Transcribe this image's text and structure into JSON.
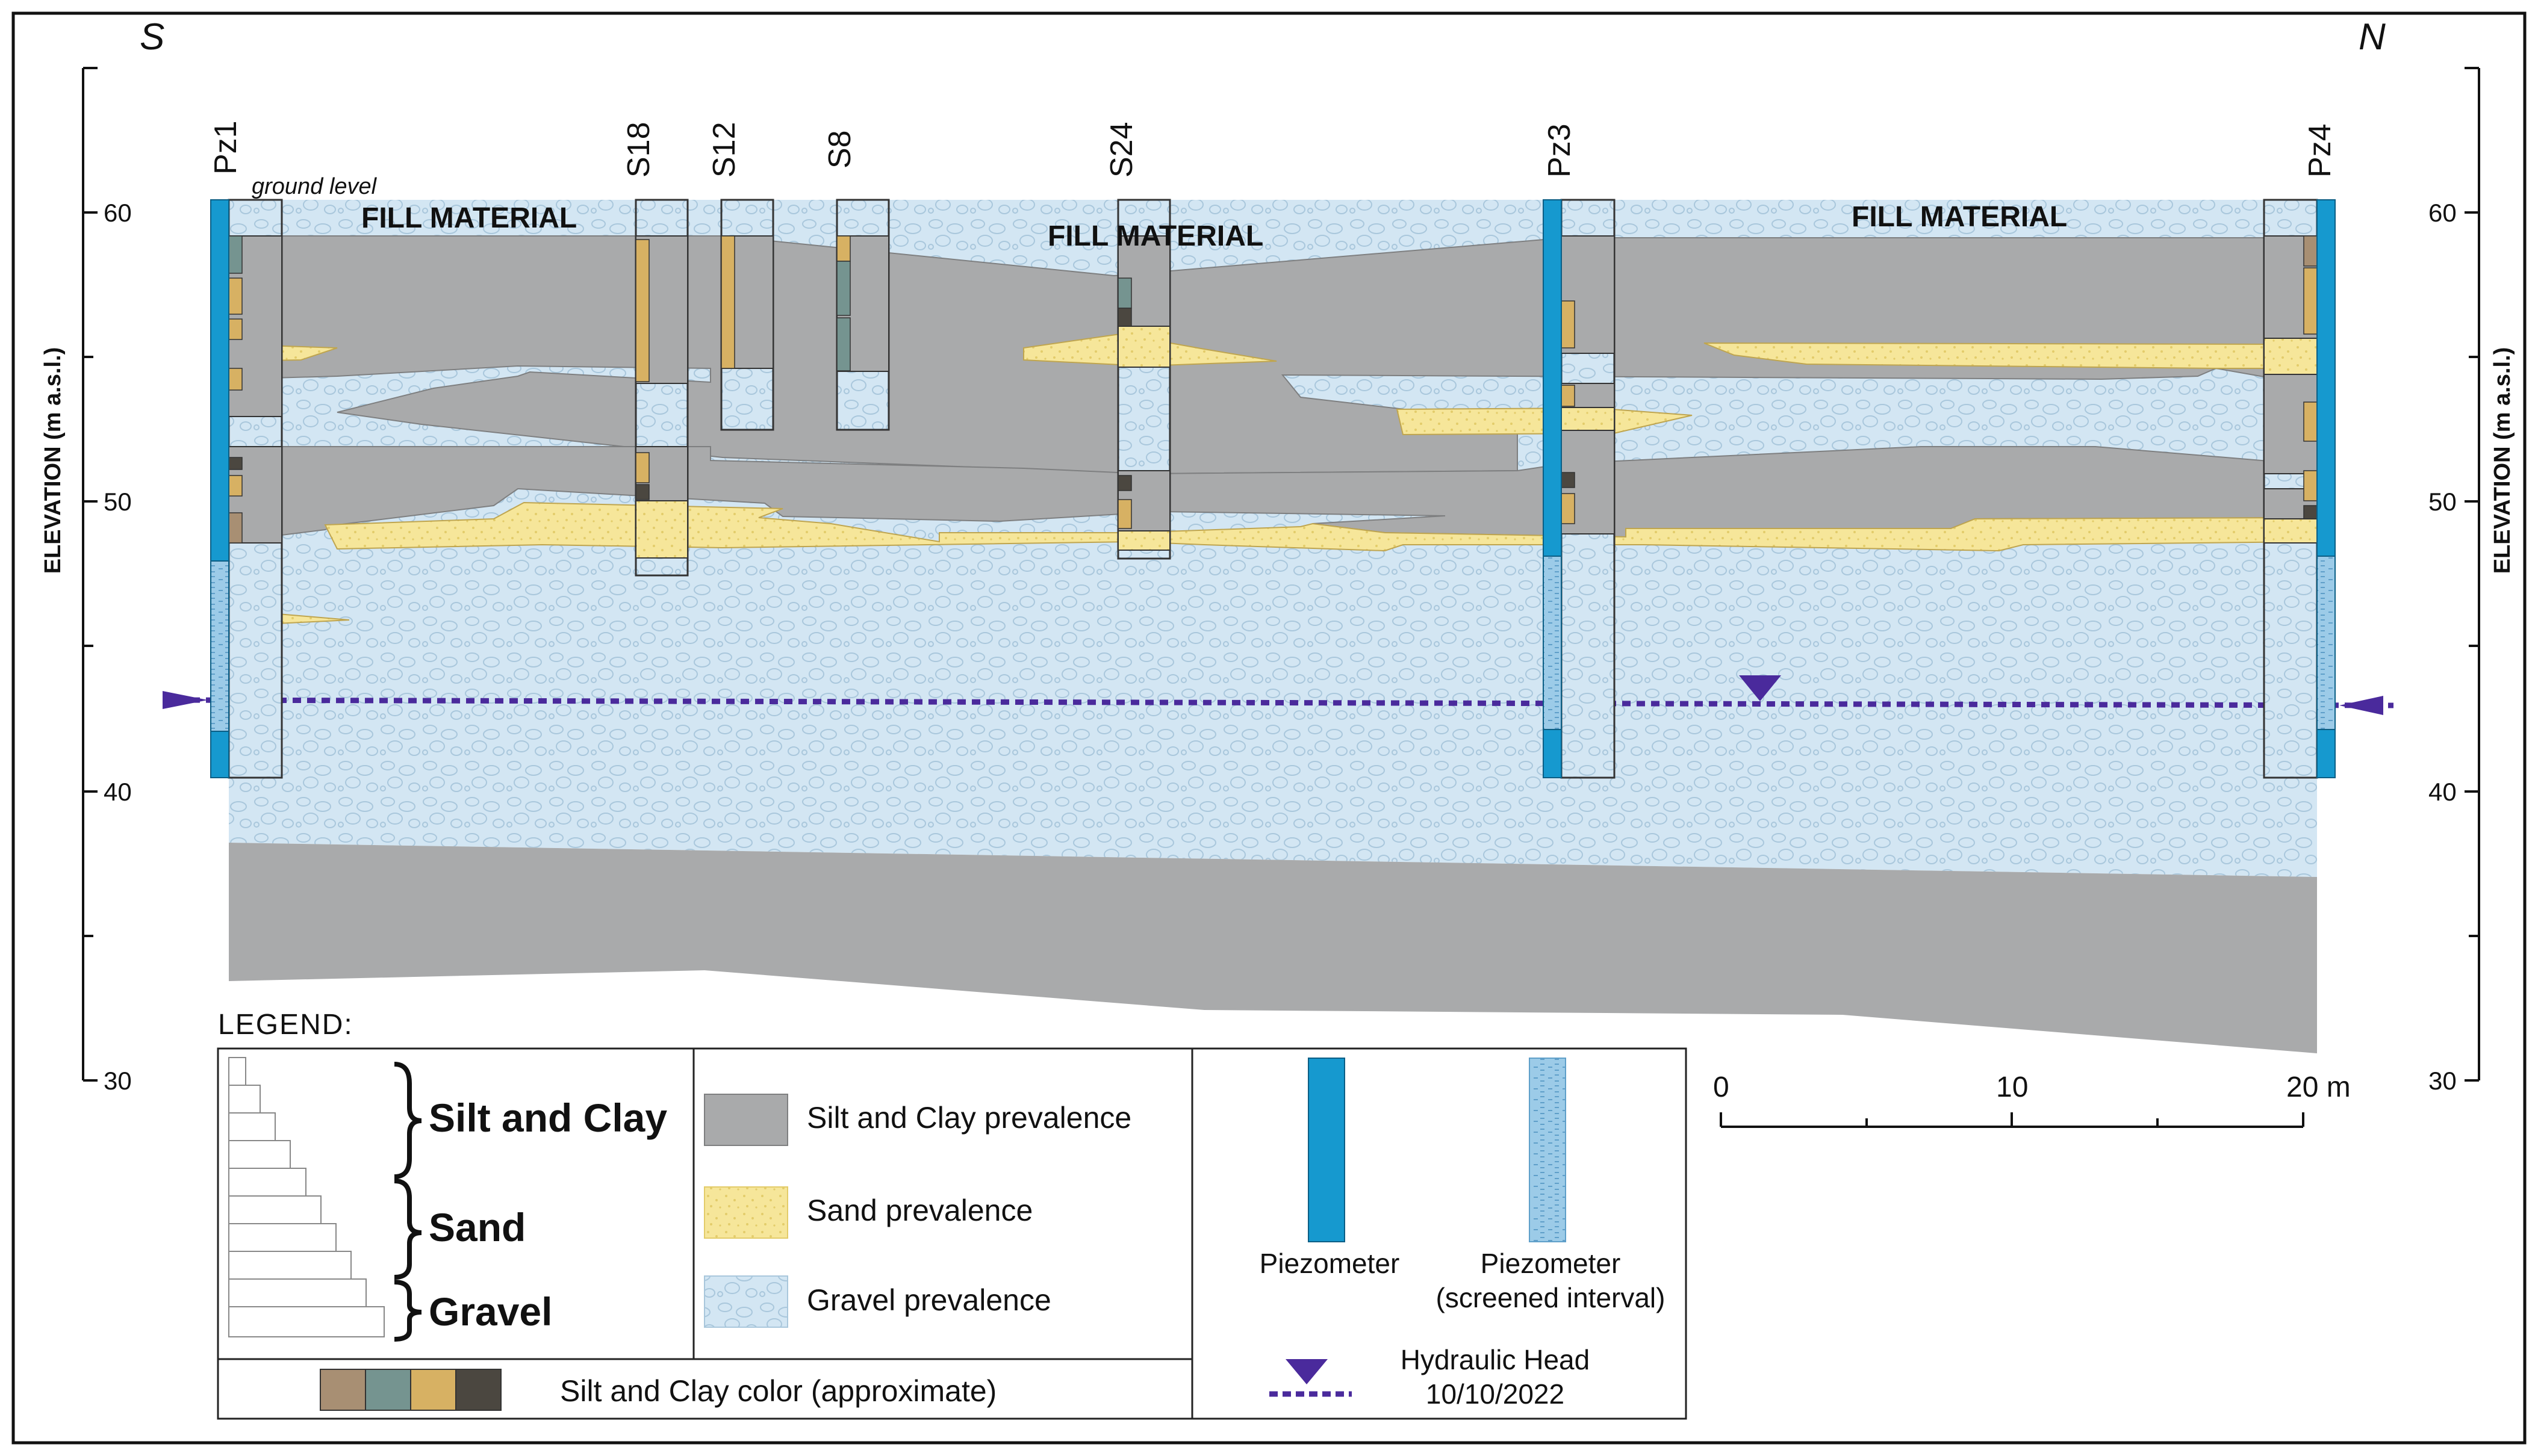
{
  "header": {
    "left_dir": "S",
    "right_dir": "N"
  },
  "axis": {
    "label": "ELEVATION (m a.s.l.)",
    "ticks": [
      60,
      50,
      40,
      30
    ]
  },
  "boreholes": [
    {
      "id": "Pz1"
    },
    {
      "id": "S18"
    },
    {
      "id": "S12"
    },
    {
      "id": "S8"
    },
    {
      "id": "S24"
    },
    {
      "id": "Pz3"
    },
    {
      "id": "Pz4"
    }
  ],
  "annotations": {
    "ground_level": "ground level",
    "fill_material": [
      "FILL MATERIAL",
      "FILL MATERIAL",
      "FILL MATERIAL"
    ]
  },
  "legend": {
    "title": "LEGEND:",
    "grain_groups": [
      "Silt and Clay",
      "Sand",
      "Gravel"
    ],
    "units": [
      "Silt and Clay prevalence",
      "Sand prevalence",
      "Gravel prevalence"
    ],
    "piezometer": "Piezometer",
    "piezometer_screened": [
      "Piezometer",
      "(screened interval)"
    ],
    "hydraulic_head": [
      "Hydraulic Head",
      "10/10/2022"
    ],
    "color_caption": "Silt and Clay color (approximate)"
  },
  "scale": {
    "ticks": [
      "0",
      "10",
      "20 m"
    ]
  },
  "colors": {
    "clay": "#a9aaab",
    "sand": "#f6e69a",
    "gravel": "#d3e6f3",
    "piezometer": "#1699cf",
    "piezometer_screen": "#9ccbe8",
    "hydraulic_head": "#4a2a9c",
    "silt_colors": [
      "#a88f73",
      "#759490",
      "#d7b163",
      "#4b4740"
    ]
  }
}
